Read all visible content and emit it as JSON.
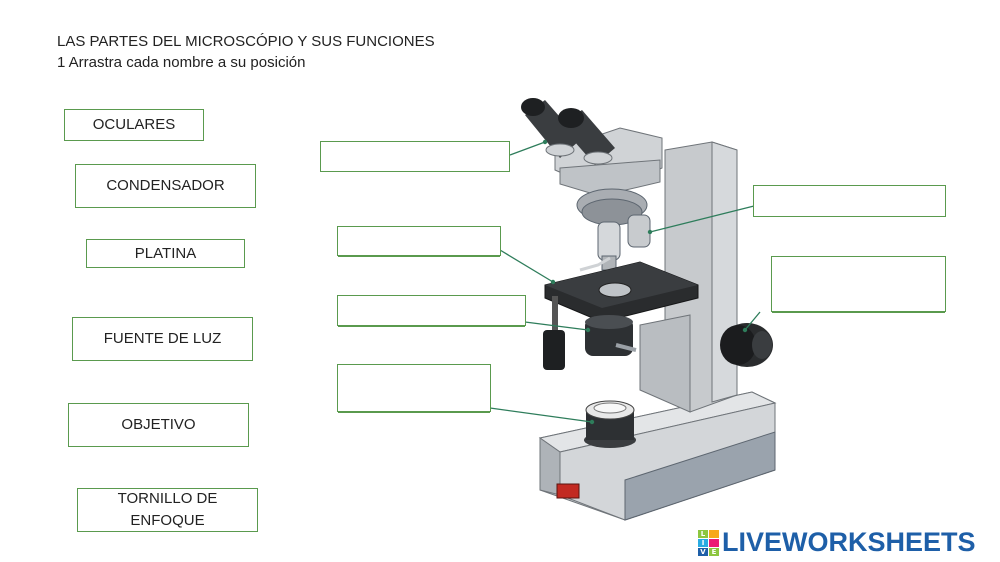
{
  "header": {
    "title": "LAS PARTES DEL MICROSCÓPIO Y SUS FUNCIONES",
    "instruction": "1 Arrastra cada nombre a su posición"
  },
  "labels": [
    {
      "text": "OCULARES"
    },
    {
      "text": "CONDENSADOR"
    },
    {
      "text": "PLATINA"
    },
    {
      "text": "FUENTE DE LUZ"
    },
    {
      "text": "OBJETIVO"
    },
    {
      "text": "TORNILLO DE ENFOQUE"
    }
  ],
  "drop_targets": [
    {
      "value": ""
    },
    {
      "value": ""
    },
    {
      "value": ""
    },
    {
      "value": ""
    },
    {
      "value": ""
    },
    {
      "value": ""
    }
  ],
  "brand": {
    "logo_letters": [
      "L",
      "I",
      "V",
      "E"
    ],
    "name": "LIVEWORKSHEETS",
    "color": "#1e5fa8"
  },
  "colors": {
    "box_border": "#5a9a4e",
    "leader_line": "#2e7d5b"
  }
}
